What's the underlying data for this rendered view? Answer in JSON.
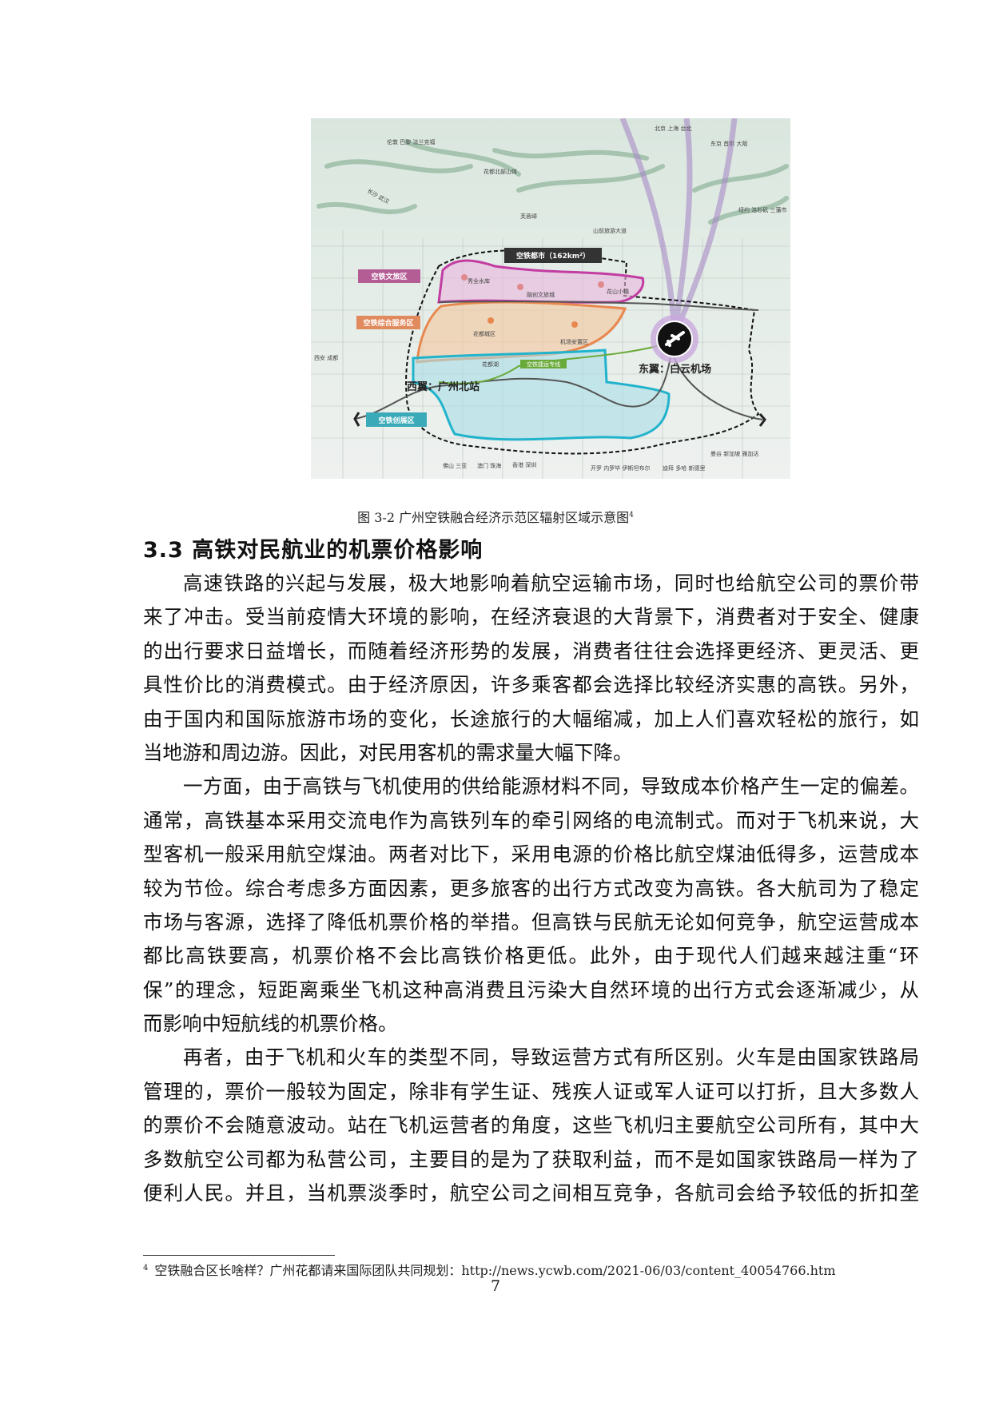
{
  "figure": {
    "map_labels": {
      "city_label": "空铁都市（162km²）",
      "zone_culture_tourism": "空铁文旅区",
      "zone_service": "空铁综合服务区",
      "zone_innovation": "空铁创展区",
      "east_wing": "东翼：白云机场",
      "west_wing": "西翼：广州北站",
      "route_intl_1": "伦敦 巴黎 法兰克福",
      "route_domestic": "北京 上海 台北",
      "route_asia": "东京 首尔 大阪",
      "route_americas": "纽约 洛杉矶 三藩市",
      "mountain": "花都北部山体",
      "peak": "芙蓉嶂",
      "scenic_road": "山前旅游大道",
      "reservoir": "秀全水库",
      "sunac_city": "融创文旅城",
      "flower_town": "花山小镇",
      "district": "花都城区",
      "resettlement": "机场安置区",
      "lake": "花都湖",
      "airrail_line": "空铁捷运专线",
      "changsha": "长沙 武汉",
      "chengdu": "西安 成都",
      "south_1": "佛山 三亚",
      "south_2": "澳门 珠海",
      "south_3": "香港 深圳",
      "south_4": "开罗 内罗毕 伊斯坦布尔",
      "south_5": "迪拜 多哈 新德里",
      "south_6": "曼谷 新加坡 雅加达"
    },
    "colors": {
      "culture": "#b45c94",
      "service": "#e08a5e",
      "innovation": "#3aaab8",
      "route": "#a98bc7",
      "airrail": "#6aaa3a"
    }
  },
  "caption": {
    "text": "图 3-2 广州空铁融合经济示范区辐射区域示意图",
    "note_ref": "4"
  },
  "section": {
    "heading": "3.3  高铁对民航业的机票价格影响"
  },
  "paragraphs": [
    [
      "高速铁路的兴起与发展，极大地影响着航空运输市场，同时也给航空公司的票价带",
      "来了冲击。受当前疫情大环境的影响，在经济衰退的大背景下，消费者对于安全、健康",
      "的出行要求日益增长，而随着经济形势的发展，消费者往往会选择更经济、更灵活、更",
      "具性价比的消费模式。由于经济原因，许多乘客都会选择比较经济实惠的高铁。另外，",
      "由于国内和国际旅游市场的变化，长途旅行的大幅缩减，加上人们喜欢轻松的旅行，如",
      "当地游和周边游。因此，对民用客机的需求量大幅下降。"
    ],
    [
      "一方面，由于高铁与飞机使用的供给能源材料不同，导致成本价格产生一定的偏差。",
      "通常，高铁基本采用交流电作为高铁列车的牵引网络的电流制式。而对于飞机来说，大",
      "型客机一般采用航空煤油。两者对比下，采用电源的价格比航空煤油低得多，运营成本",
      "较为节俭。综合考虑多方面因素，更多旅客的出行方式改变为高铁。各大航司为了稳定",
      "市场与客源，选择了降低机票价格的举措。但高铁与民航无论如何竞争，航空运营成本",
      "都比高铁要高，机票价格不会比高铁价格更低。此外，由于现代人们越来越注重“环",
      "保”的理念，短距离乘坐飞机这种高消费且污染大自然环境的出行方式会逐渐减少，从",
      "而影响中短航线的机票价格。"
    ],
    [
      "再者，由于飞机和火车的类型不同，导致运营方式有所区别。火车是由国家铁路局",
      "管理的，票价一般较为固定，除非有学生证、残疾人证或军人证可以打折，且大多数人",
      "的票价不会随意波动。站在飞机运营者的角度，这些飞机归主要航空公司所有，其中大",
      "多数航空公司都为私营公司，主要目的是为了获取利益，而不是如国家铁路局一样为了",
      "便利人民。并且，当机票淡季时，航空公司之间相互竞争，各航司会给予较低的折扣垄"
    ]
  ],
  "footnote": {
    "number": "4",
    "text": "空铁融合区长啥样？广州花都请来国际团队共同规划：http://news.ycwb.com/2021-06/03/content_40054766.htm"
  },
  "page_number": "7"
}
